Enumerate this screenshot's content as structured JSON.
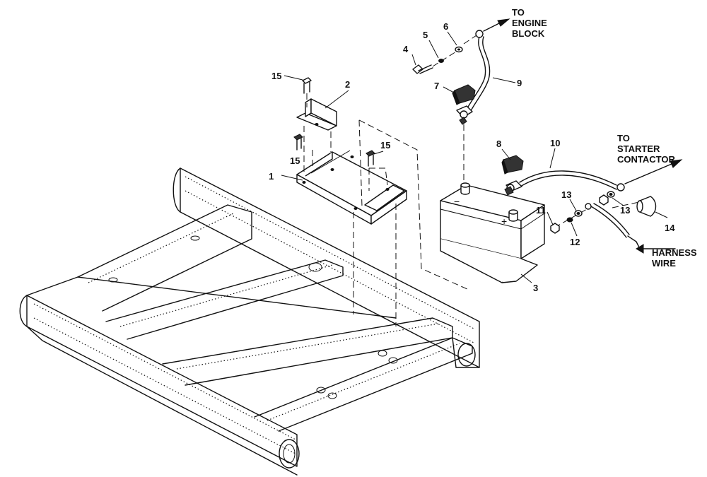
{
  "callouts": {
    "c1": "1",
    "c2": "2",
    "c3": "3",
    "c4": "4",
    "c5": "5",
    "c6": "6",
    "c7": "7",
    "c8": "8",
    "c9": "9",
    "c10": "10",
    "c11": "11",
    "c12": "12",
    "c13a": "13",
    "c13b": "13",
    "c14": "14",
    "c15a": "15",
    "c15b": "15",
    "c15c": "15"
  },
  "captions": {
    "engine_block": [
      "TO",
      "ENGINE",
      "BLOCK"
    ],
    "starter_contactor": [
      "TO",
      "STARTER",
      "CONTACTOR"
    ],
    "harness_wire": [
      "HARNESS",
      "WIRE"
    ]
  },
  "terminals": {
    "negative": "−",
    "positive": "+"
  },
  "colors": {
    "ink": "#111111",
    "background": "#ffffff"
  }
}
